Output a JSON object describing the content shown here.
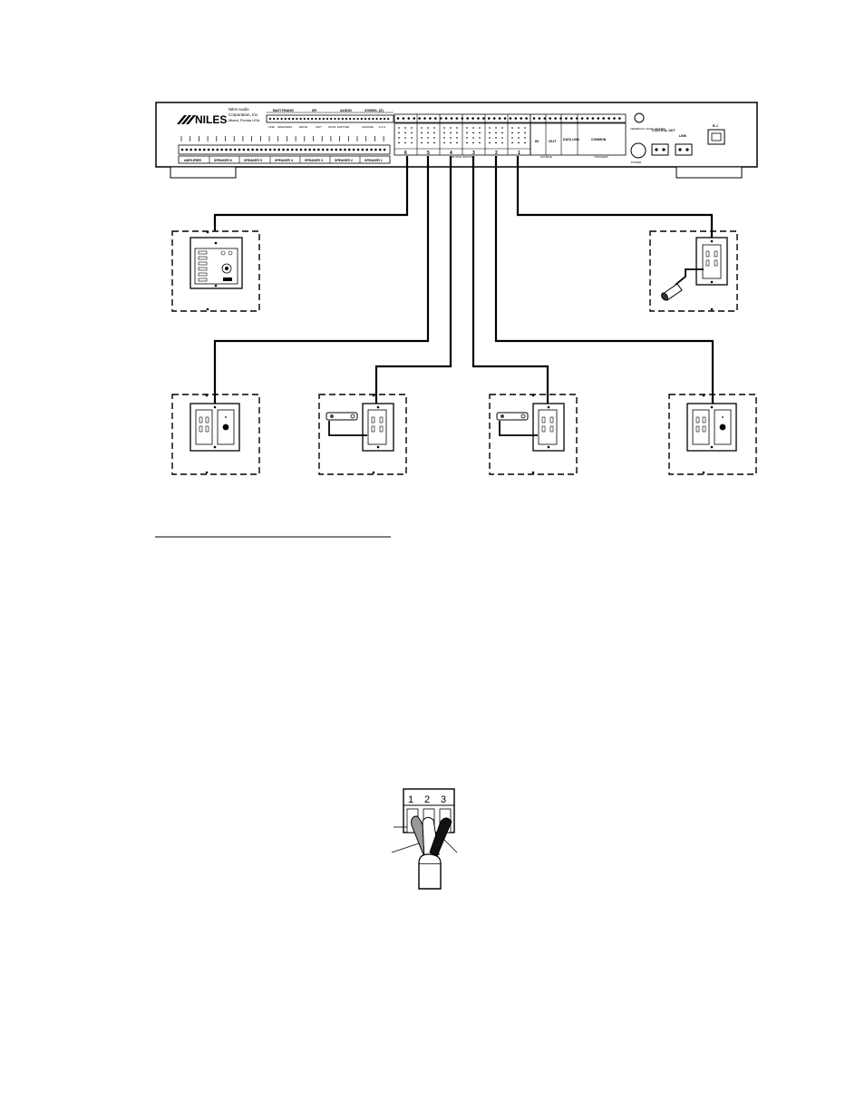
{
  "amp": {
    "brand": "NILES",
    "company": [
      "Niles Audio",
      "Corporation, Inc.",
      "Miami, Florida USA"
    ],
    "group_labels": [
      "BAT/TRANS",
      "I/R",
      "AUDIO",
      "ZONE/L (Z)"
    ],
    "top_small_labels": [
      "LINE",
      "SPEAKERS",
      "DRIVE",
      "UNIT",
      "MUTE",
      "EMITTER",
      "IN/HOME",
      "F.A.S"
    ],
    "speaker_zone_labels": [
      "AMPLIFIER",
      "SPEAKER 6",
      "SPEAKER 5",
      "SPEAKER 4",
      "SPEAKER 3",
      "SPEAKER 2",
      "SPEAKER 1"
    ],
    "keypad_port_numbers": [
      "6",
      "5",
      "4",
      "3",
      "2",
      "1"
    ],
    "keypad_bus_label": "KEYPAD INPUTS",
    "in_label": "IN",
    "out_label": "OUT",
    "source_label": "SOURCE",
    "data_label": "DATA LINK",
    "common_label": "COMMON",
    "triggers_label": "TRIGGERS",
    "feedback_label": "FEEDBACK LEVEL ADJUST",
    "power_label": "POWER",
    "control_out_label": "CONTROL OUT",
    "link_label": "LINK",
    "ir_port_label": "R-J"
  },
  "terminal_numbers": [
    "1",
    "2",
    "3"
  ]
}
